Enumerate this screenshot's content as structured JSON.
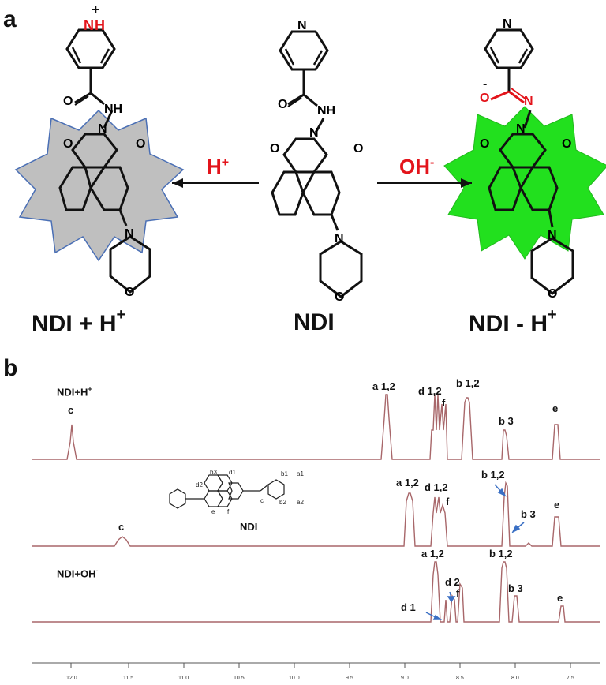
{
  "panel_a": {
    "letter": "a",
    "left": {
      "label_main": "NDI + H",
      "label_sup": "+",
      "proton_sign": "+",
      "atom_N": "N",
      "atom_H": "H"
    },
    "center": {
      "label": "NDI"
    },
    "right": {
      "label_main": "NDI - H",
      "label_sup": "+",
      "minus_sign": "-"
    },
    "arrow_left": {
      "main": "H",
      "sup": "+"
    },
    "arrow_right": {
      "main": "OH",
      "sup": "-"
    },
    "atoms": {
      "N": "N",
      "O": "O",
      "NH": "NH",
      "HN": "N"
    },
    "colors": {
      "protonated_bg": "#bfbfbf",
      "deprotonated_bg": "#22e01e",
      "highlight": "#e3141b",
      "outline": "#4a6fb5"
    }
  },
  "panel_b": {
    "letter": "b",
    "traces": [
      {
        "label_main": "NDI+H",
        "label_sup": "+"
      },
      {
        "label_main": "",
        "label_sup": ""
      },
      {
        "label_main": "NDI+OH",
        "label_sup": "-"
      }
    ],
    "peak_labels": {
      "t1": {
        "c": "c",
        "a12": "a 1,2",
        "d12": "d 1,2",
        "f": "f",
        "b12": "b 1,2",
        "b3": "b 3",
        "e": "e"
      },
      "t2": {
        "c": "c",
        "a12": "a 1,2",
        "d12": "d 1,2",
        "f": "f",
        "b12": "b 1,2",
        "b3": "b 3",
        "e": "e"
      },
      "t3": {
        "a12": "a 1,2",
        "d2": "d 2",
        "f": "f",
        "d1": "d 1",
        "b12": "b 1,2",
        "b3": "b 3",
        "e": "e"
      }
    },
    "inset": {
      "name": "NDI",
      "labels": [
        "b3",
        "d1",
        "d2",
        "e",
        "f",
        "c",
        "b1",
        "a1",
        "b2",
        "a2"
      ]
    },
    "axis_ticks": [
      "12.0",
      "11.5",
      "11.0",
      "10.5",
      "10.0",
      "9.5",
      "9.0",
      "8.5",
      "8.0",
      "7.5"
    ],
    "trace_color": "#a8676a"
  }
}
